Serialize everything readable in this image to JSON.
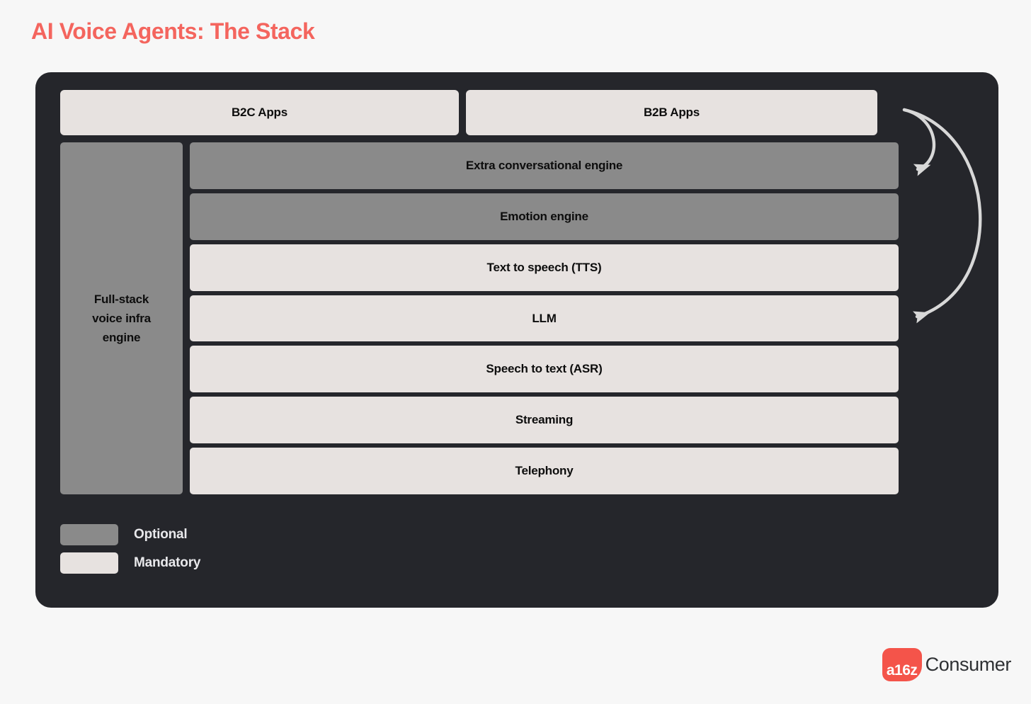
{
  "title": "AI Voice Agents: The Stack",
  "colors": {
    "accent": "#f4655e",
    "page_background": "#f7f7f7",
    "panel_background": "#25262b",
    "optional": "#8a8a8a",
    "mandatory": "#e7e2e0",
    "arrow": "#d8d8d8",
    "box_text": "#0d0d0d",
    "legend_text": "#e9e9ec"
  },
  "diagram": {
    "apps": [
      {
        "label": "B2C Apps",
        "fill": "mandatory"
      },
      {
        "label": "B2B Apps",
        "fill": "mandatory"
      }
    ],
    "infra_column": {
      "label": "Full-stack voice infra engine",
      "line1": "Full-stack",
      "line2": "voice infra",
      "line3": "engine",
      "fill": "optional"
    },
    "stack_layers": [
      {
        "label": "Extra conversational engine",
        "fill": "optional"
      },
      {
        "label": "Emotion engine",
        "fill": "optional"
      },
      {
        "label": "Text to speech (TTS)",
        "fill": "mandatory"
      },
      {
        "label": "LLM",
        "fill": "mandatory"
      },
      {
        "label": "Speech to text (ASR)",
        "fill": "mandatory"
      },
      {
        "label": "Streaming",
        "fill": "mandatory"
      },
      {
        "label": "Telephony",
        "fill": "mandatory"
      }
    ],
    "arrows": [
      {
        "from": "B2B Apps",
        "to": "Extra conversational engine"
      },
      {
        "from": "B2B Apps",
        "to": "LLM"
      }
    ]
  },
  "legend": [
    {
      "label": "Optional",
      "fill": "optional"
    },
    {
      "label": "Mandatory",
      "fill": "mandatory"
    }
  ],
  "brand": {
    "mark": "a16z",
    "word": "Consumer"
  }
}
